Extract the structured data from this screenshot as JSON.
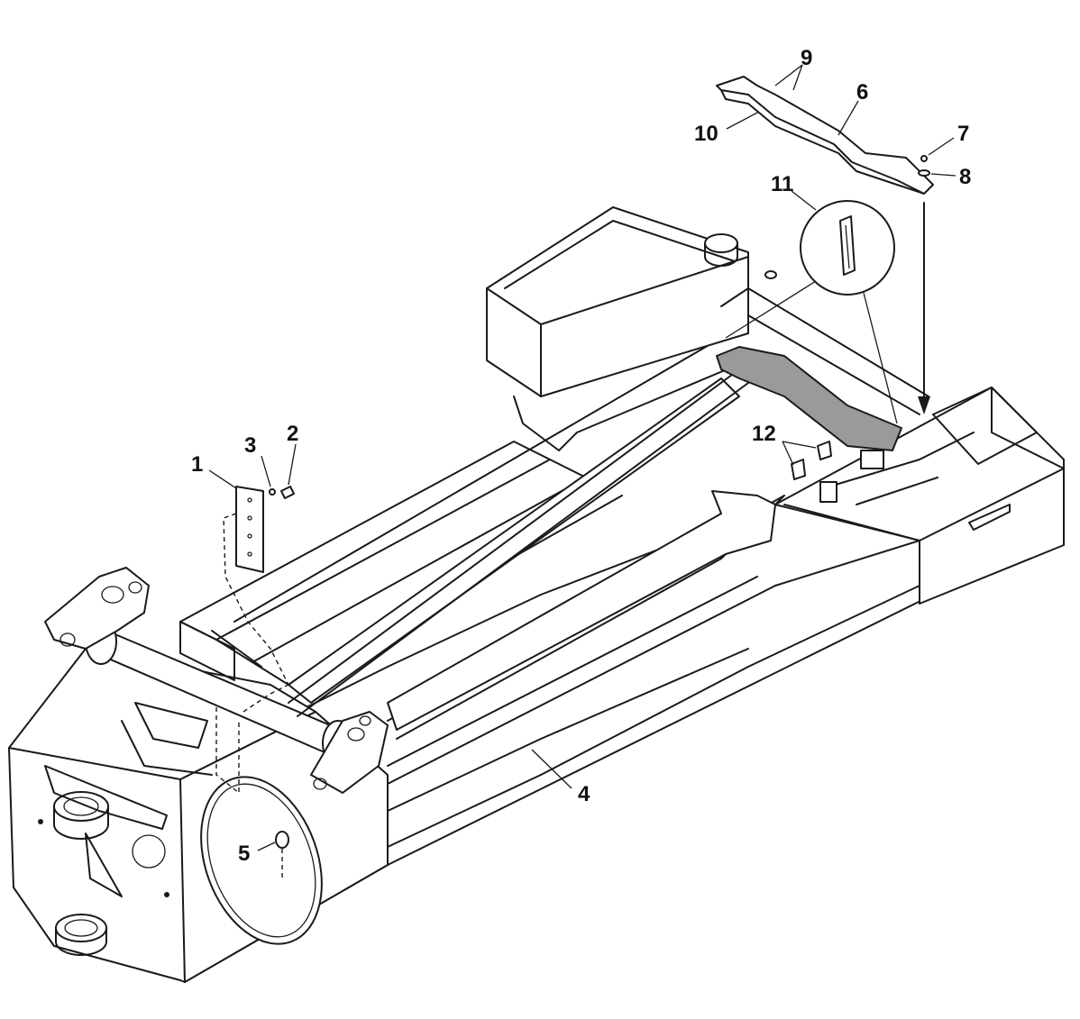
{
  "callouts": {
    "c1": "1",
    "c2": "2",
    "c3": "3",
    "c4": "4",
    "c5": "5",
    "c6": "6",
    "c7": "7",
    "c8": "8",
    "c9": "9",
    "c10": "10",
    "c11": "11",
    "c12": "12"
  },
  "colors": {
    "line": "#1a1a1a",
    "shaded_part": "#9a9a9a",
    "background": "#ffffff"
  }
}
